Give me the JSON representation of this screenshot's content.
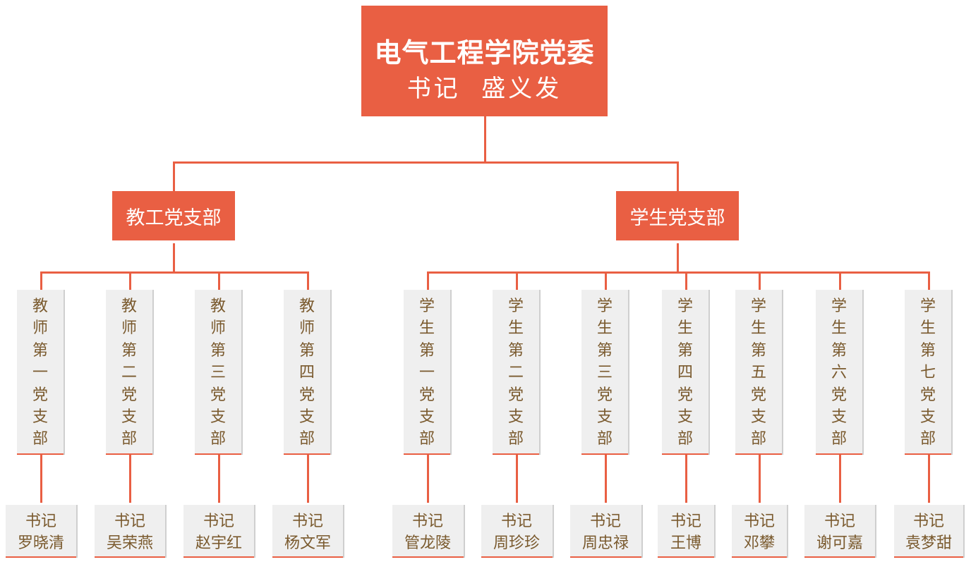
{
  "colors": {
    "accent": "#e95f43",
    "box_bg": "#efefef",
    "text_brown": "#7a5a2e"
  },
  "root": {
    "title": "电气工程学院党委",
    "subtitle": "书记  盛义发"
  },
  "branches": [
    {
      "name": "教工党支部",
      "units": [
        {
          "name": "教师第一党支部",
          "role": "书记",
          "secretary": "罗晓清"
        },
        {
          "name": "教师第二党支部",
          "role": "书记",
          "secretary": "吴荣燕"
        },
        {
          "name": "教师第三党支部",
          "role": "书记",
          "secretary": "赵宇红"
        },
        {
          "name": "教师第四党支部",
          "role": "书记",
          "secretary": "杨文军"
        }
      ]
    },
    {
      "name": "学生党支部",
      "units": [
        {
          "name": "学生第一党支部",
          "role": "书记",
          "secretary": "管龙陵"
        },
        {
          "name": "学生第二党支部",
          "role": "书记",
          "secretary": "周珍珍"
        },
        {
          "name": "学生第三党支部",
          "role": "书记",
          "secretary": "周忠禄"
        },
        {
          "name": "学生第四党支部",
          "role": "书记",
          "secretary": "王博"
        },
        {
          "name": "学生第五党支部",
          "role": "书记",
          "secretary": "邓攀"
        },
        {
          "name": "学生第六党支部",
          "role": "书记",
          "secretary": "谢可嘉"
        },
        {
          "name": "学生第七党支部",
          "role": "书记",
          "secretary": "袁梦甜"
        }
      ]
    }
  ]
}
